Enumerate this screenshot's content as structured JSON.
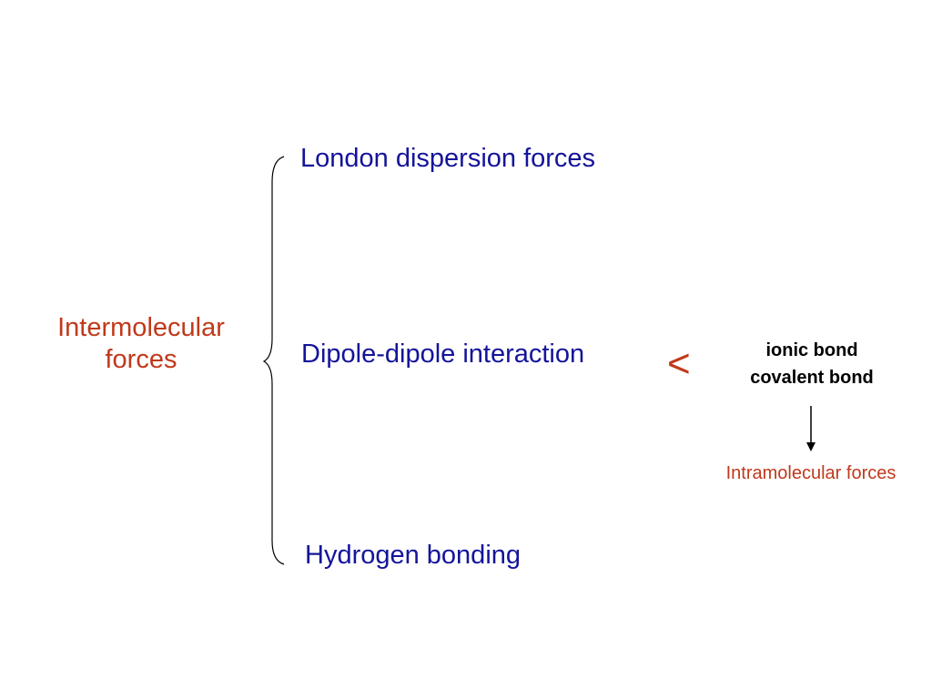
{
  "left_label": "Intermolecular forces",
  "force_types": [
    "London dispersion forces",
    "Dipole-dipole interaction",
    "Hydrogen bonding"
  ],
  "comparison_symbol": "<",
  "bond_types": [
    "ionic bond",
    "covalent bond"
  ],
  "right_label": "Intramolecular forces",
  "colors": {
    "label_red": "#C0391B",
    "force_blue": "#14149A",
    "bond_black": "#000000"
  }
}
